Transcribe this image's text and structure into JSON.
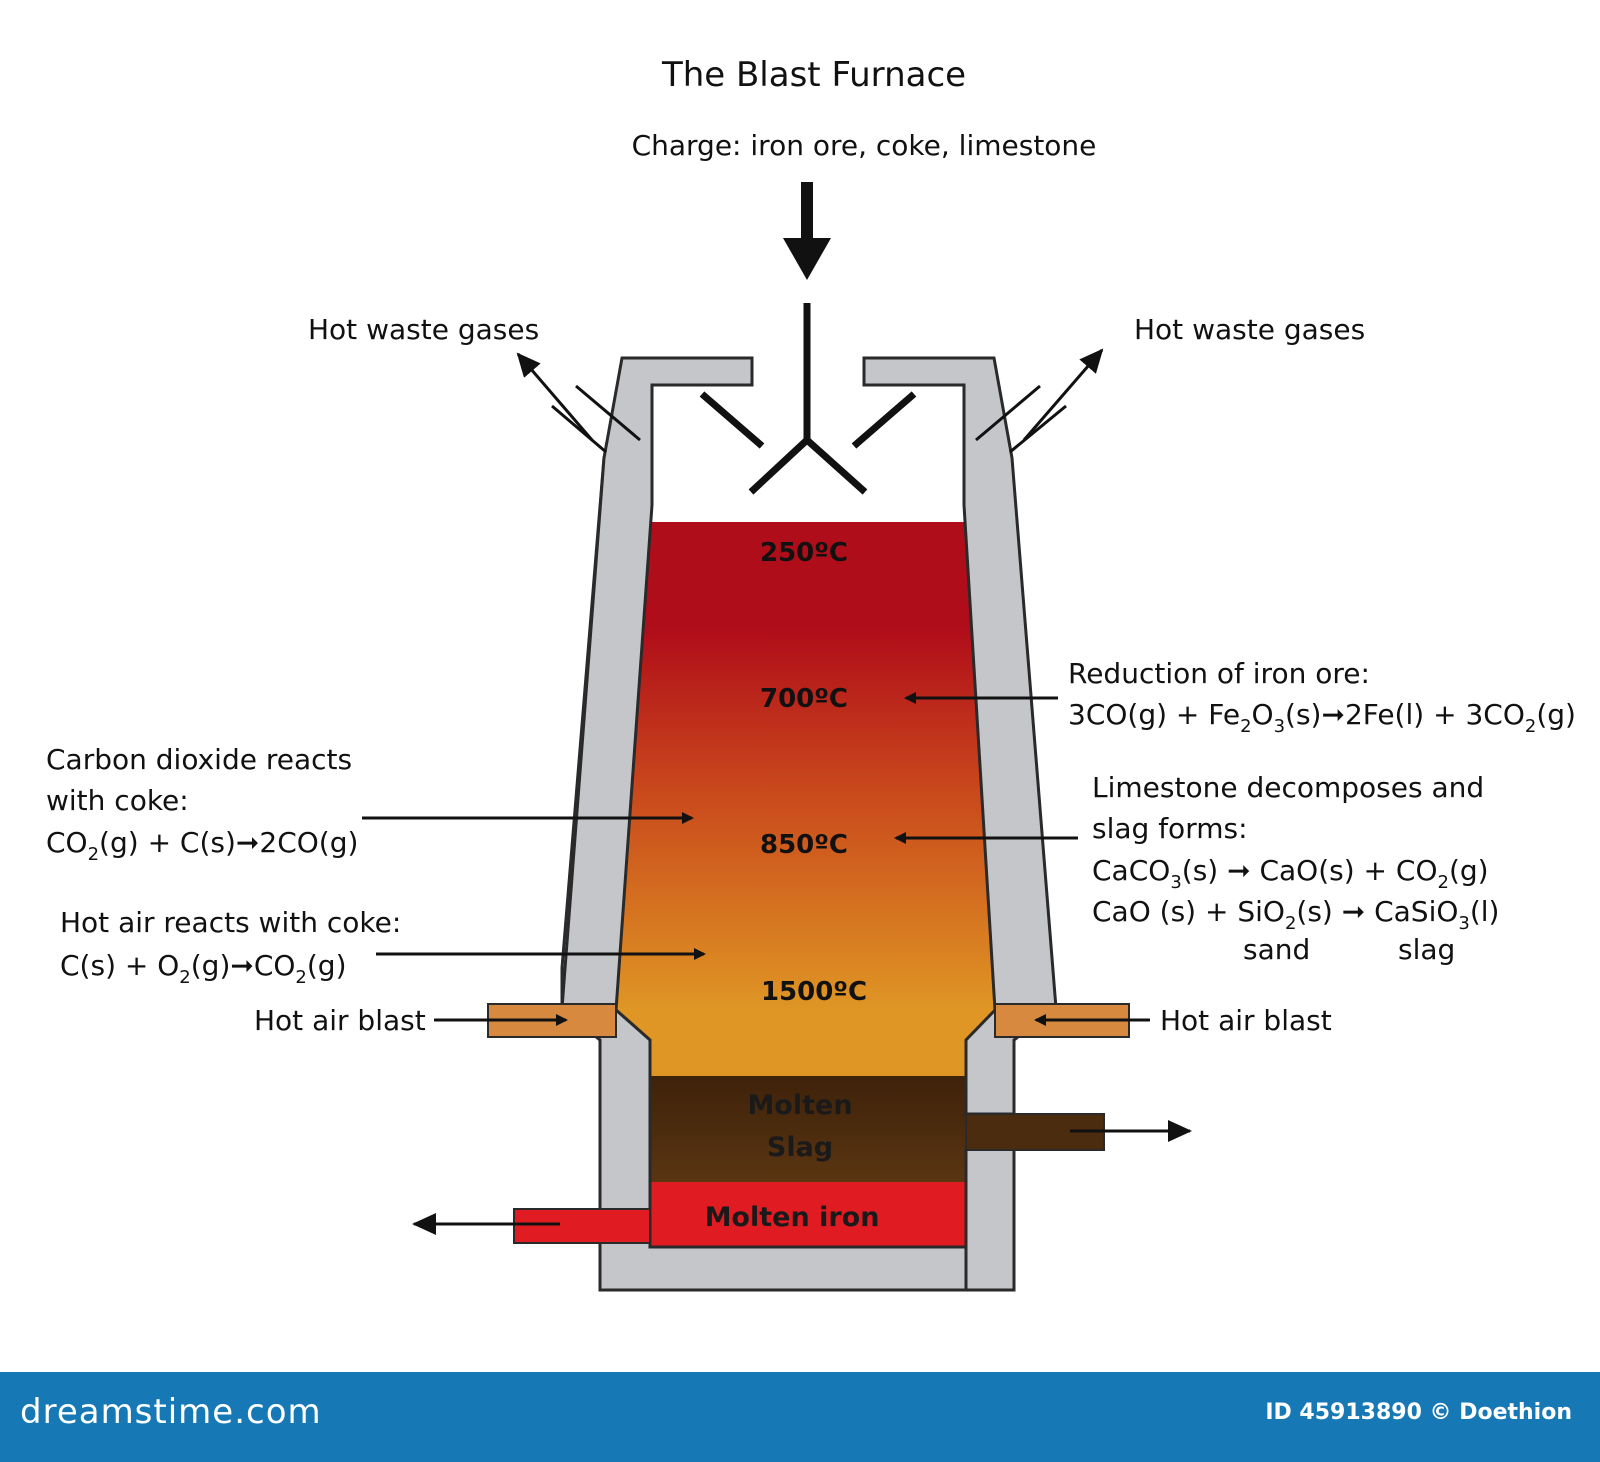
{
  "title": "The Blast Furnace",
  "charge": "Charge: iron ore, coke, limestone",
  "waste_gases": {
    "left": "Hot waste gases",
    "right": "Hot waste gases"
  },
  "temperatures": [
    "250ºC",
    "700ºC",
    "850ºC",
    "1500ºC"
  ],
  "zones": {
    "slag_line1": "Molten",
    "slag_line2": "Slag",
    "iron": "Molten iron"
  },
  "reduction": {
    "heading": "Reduction of iron ore:"
  },
  "limestone": {
    "line1": "Limestone decomposes and",
    "line2": "slag forms:",
    "sand": "sand",
    "slag": "slag"
  },
  "co2_coke": {
    "line1": "Carbon dioxide reacts",
    "line2": "with coke:"
  },
  "hot_air": {
    "heading": "Hot air reacts with coke:"
  },
  "blast": {
    "left": "Hot air blast",
    "right": "Hot air blast"
  },
  "colors": {
    "wall": "#c4c6c9",
    "zone_top": "#b00d1a",
    "zone_bottom": "#df9624",
    "slag": "#4b2c0f",
    "iron": "#e11b22",
    "blast_pipe": "#d78a3f",
    "footer": "#1679b6"
  },
  "footer": {
    "brand_left": "dreamstime.com",
    "credit": "ID 45913890 © Doethion"
  }
}
